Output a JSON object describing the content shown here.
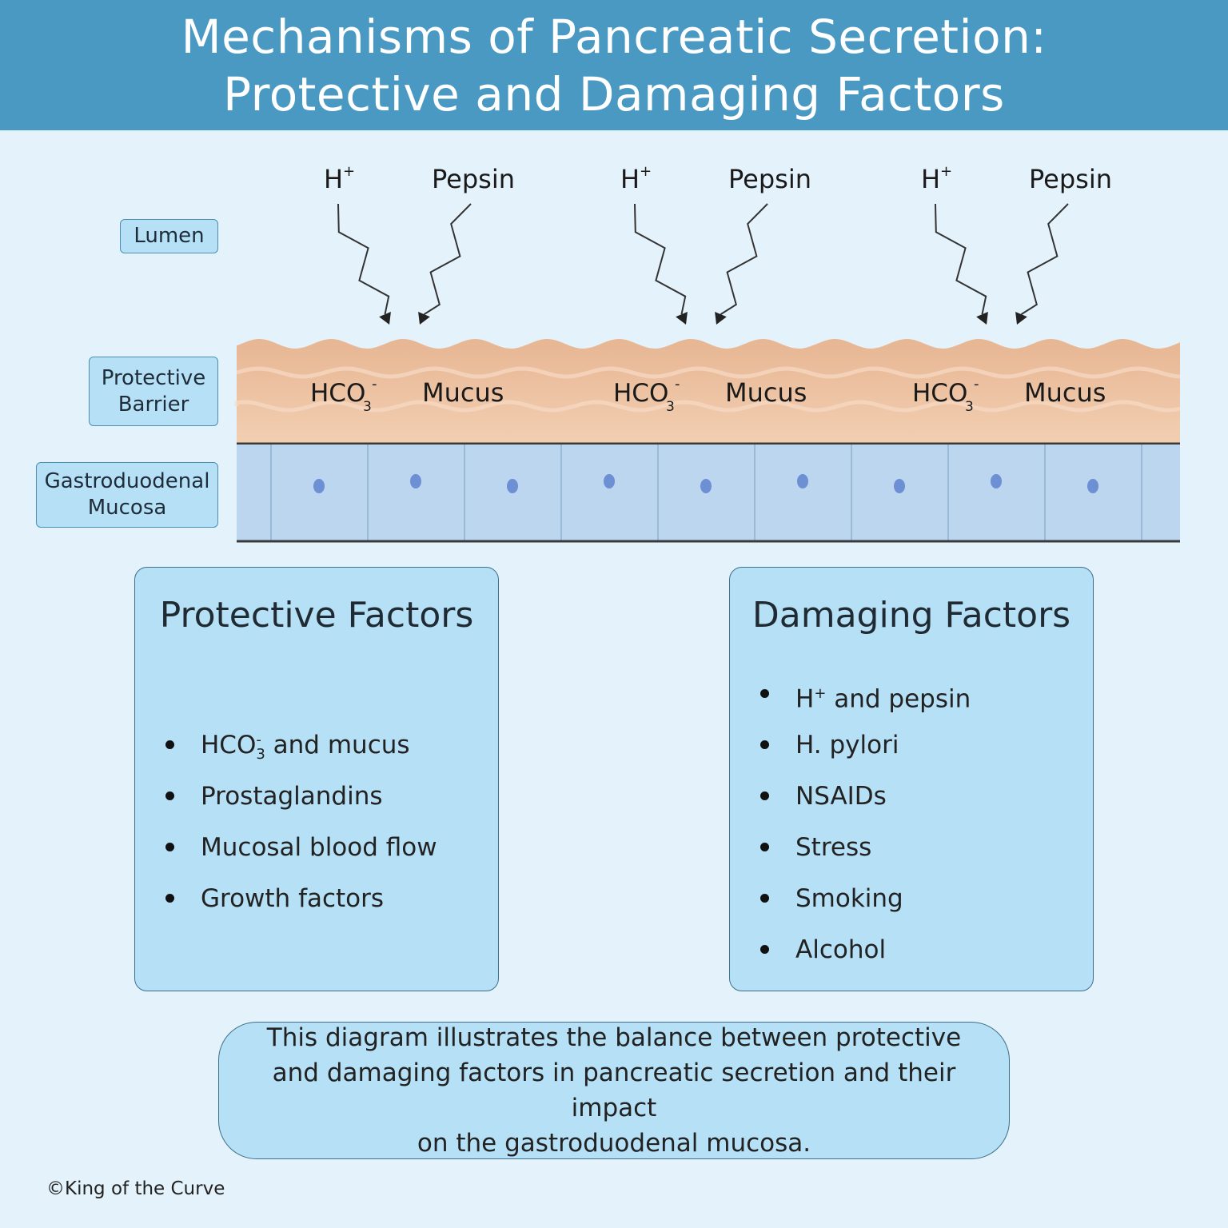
{
  "header": {
    "title_line1": "Mechanisms of Pancreatic Secretion:",
    "title_line2": "Protective and Damaging Factors",
    "background": "#4a99c3"
  },
  "layer_labels": {
    "lumen": "Lumen",
    "barrier_line1": "Protective",
    "barrier_line2": "Barrier",
    "mucosa_line1": "Gastroduodenal",
    "mucosa_line2": "Mucosa"
  },
  "diagram": {
    "attack_groups": [
      {
        "ion": "H",
        "ion_charge": "+",
        "enzyme": "Pepsin"
      },
      {
        "ion": "H",
        "ion_charge": "+",
        "enzyme": "Pepsin"
      },
      {
        "ion": "H",
        "ion_charge": "+",
        "enzyme": "Pepsin"
      }
    ],
    "barrier_groups": [
      {
        "bicarb": "HCO",
        "bicarb_sub": "3",
        "bicarb_sup": "-",
        "mucus": "Mucus"
      },
      {
        "bicarb": "HCO",
        "bicarb_sub": "3",
        "bicarb_sup": "-",
        "mucus": "Mucus"
      },
      {
        "bicarb": "HCO",
        "bicarb_sub": "3",
        "bicarb_sup": "-",
        "mucus": "Mucus"
      }
    ],
    "colors": {
      "barrier_top": "#e7b693",
      "barrier_bottom": "#f2cfb2",
      "mucosa": "#bcd6ef",
      "nucleus": "#6d8fd3"
    }
  },
  "protective": {
    "title": "Protective Factors",
    "first_item": {
      "text_a": "HCO",
      "sub": "3",
      "sup": "-",
      "text_b": " and mucus"
    },
    "items": [
      "Prostaglandins",
      "Mucosal blood flow",
      "Growth factors"
    ]
  },
  "damaging": {
    "title": "Damaging Factors",
    "first_item": {
      "text_a": "H",
      "sup": "+",
      "text_b": " and pepsin"
    },
    "items": [
      "H. pylori",
      "NSAIDs",
      "Stress",
      "Smoking",
      "Alcohol"
    ]
  },
  "summary": {
    "line1": "This diagram illustrates the balance between protective",
    "line2": "and damaging factors in pancreatic secretion and their impact",
    "line3": "on the gastroduodenal mucosa."
  },
  "copyright": "©King of the Curve"
}
